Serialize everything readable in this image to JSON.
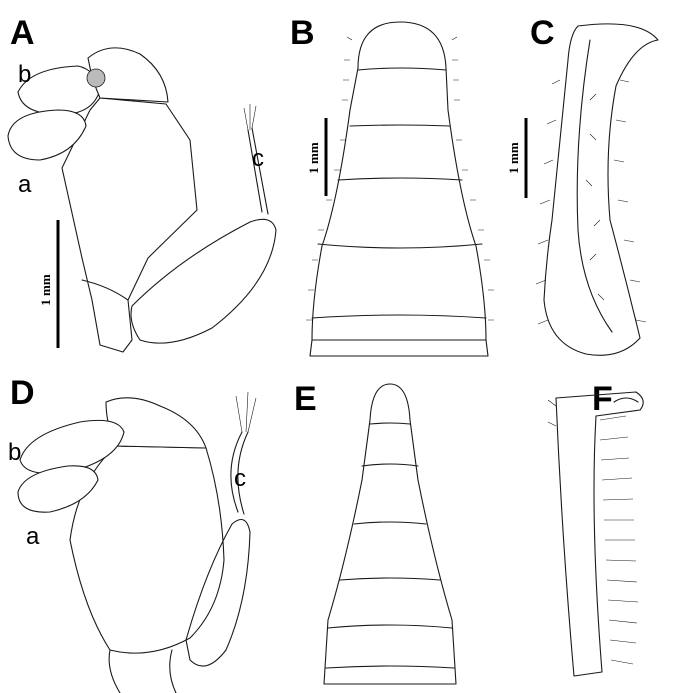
{
  "panels": {
    "A": {
      "label": "A",
      "parts": [
        "a",
        "b",
        "c"
      ],
      "scale": "1 mm"
    },
    "B": {
      "label": "B",
      "scale": "1 mm"
    },
    "C": {
      "label": "C",
      "scale": "1 mm"
    },
    "D": {
      "label": "D",
      "parts": [
        "a",
        "b",
        "c"
      ]
    },
    "E": {
      "label": "E"
    },
    "F": {
      "label": "F"
    }
  },
  "style": {
    "ink": "#1a1a1a",
    "background": "#ffffff"
  }
}
